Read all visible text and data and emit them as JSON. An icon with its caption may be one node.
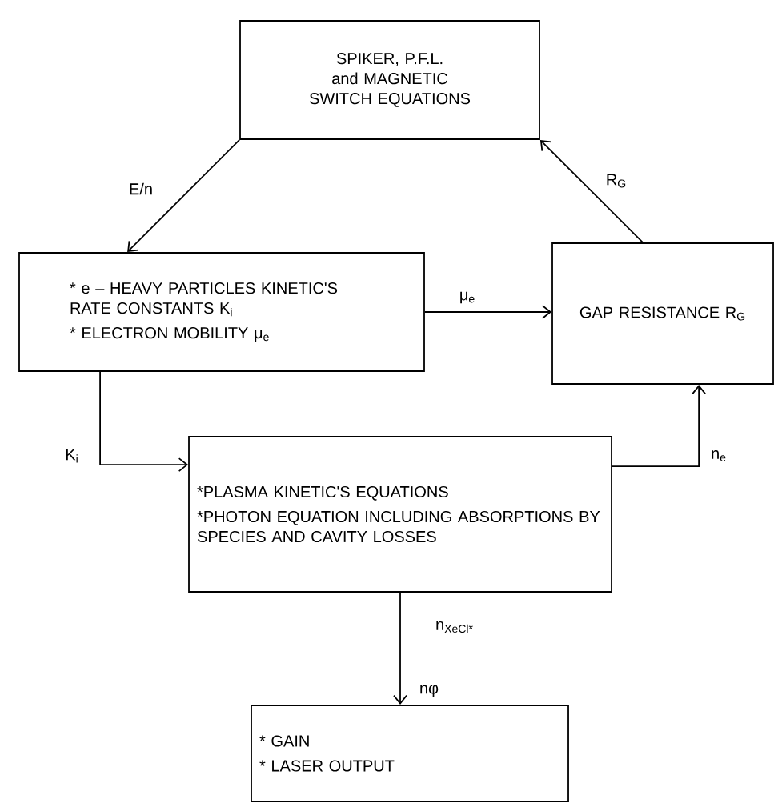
{
  "diagram": {
    "nodes": [
      {
        "text": [
          "SPIKER, P.F.L. and MAGNETIC SWITCH EQUATIONS"
        ]
      },
      {
        "text": [
          "* e – HEAVY PARTICLES KINETIC'S RATE CONSTANTS K$_{i}$",
          "* ELECTRON MOBILITY μ$_{e}$"
        ]
      },
      {
        "text": [
          "GAP RESISTANCE R$_{G}$"
        ]
      },
      {
        "text": [
          "*PLASMA KINETIC'S EQUATIONS",
          "*PHOTON EQUATION INCLUDING ABSORPTIONS BY SPECIES AND CAVITY LOSSES"
        ]
      },
      {
        "text": [
          "* GAIN",
          "* LASER OUTPUT"
        ]
      }
    ],
    "edges": [
      {
        "from": 0,
        "to": 1,
        "arrow": "to",
        "label": "E/n"
      },
      {
        "from": 2,
        "to": 0,
        "arrow": "to",
        "label": "R$_{G}$"
      },
      {
        "from": 1,
        "to": 2,
        "arrow": "to",
        "label": "μ$_{e}$"
      },
      {
        "from": 1,
        "to": 3,
        "arrow": "to",
        "label": "K$_{i}$"
      },
      {
        "from": 3,
        "to": 2,
        "arrow": "to",
        "label": "n$_{e}$"
      },
      {
        "from": 3,
        "to": 4,
        "arrow": "to",
        "label": "n$_{XeCl*}$"
      }
    ],
    "labels": [
      "nφ"
    ]
  }
}
